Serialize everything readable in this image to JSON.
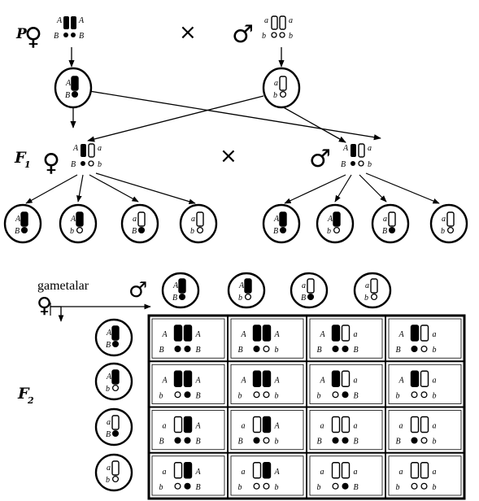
{
  "generation_labels": {
    "p": "P",
    "f1": "F",
    "f1_sub": "1",
    "f2": "F",
    "f2_sub": "2"
  },
  "cross_symbol": "×",
  "female_symbol": "♀",
  "male_symbol": "♂",
  "gametes_label": "gametalar",
  "parents": {
    "female": {
      "top": [
        "A",
        "A"
      ],
      "bottom": [
        "B",
        "B"
      ]
    },
    "male": {
      "top": [
        "a",
        "a"
      ],
      "bottom": [
        "b",
        "b"
      ]
    }
  },
  "parent_gametes": [
    {
      "top": "A",
      "bottom": "B",
      "chrom": "dark",
      "dot": "dark"
    },
    {
      "top": "a",
      "bottom": "b",
      "chrom": "light",
      "dot": "light"
    }
  ],
  "f1_individuals": {
    "female": {
      "top": [
        "A",
        "a"
      ],
      "bottom": [
        "B",
        "b"
      ]
    },
    "male": {
      "top": [
        "A",
        "a"
      ],
      "bottom": [
        "B",
        "b"
      ]
    }
  },
  "f1_gametes": [
    {
      "top": "A",
      "bottom": "B",
      "chrom": "dark",
      "dot": "dark"
    },
    {
      "top": "A",
      "bottom": "b",
      "chrom": "dark",
      "dot": "light"
    },
    {
      "top": "a",
      "bottom": "B",
      "chrom": "light",
      "dot": "dark"
    },
    {
      "top": "a",
      "bottom": "b",
      "chrom": "light",
      "dot": "light"
    }
  ],
  "punnett": {
    "male_gametes": [
      {
        "top": "A",
        "bottom": "B",
        "chrom": "dark",
        "dot": "dark"
      },
      {
        "top": "A",
        "bottom": "b",
        "chrom": "dark",
        "dot": "light"
      },
      {
        "top": "a",
        "bottom": "B",
        "chrom": "light",
        "dot": "dark"
      },
      {
        "top": "a",
        "bottom": "b",
        "chrom": "light",
        "dot": "light"
      }
    ],
    "female_gametes": [
      {
        "top": "A",
        "bottom": "B",
        "chrom": "dark",
        "dot": "dark"
      },
      {
        "top": "A",
        "bottom": "b",
        "chrom": "dark",
        "dot": "light"
      },
      {
        "top": "a",
        "bottom": "B",
        "chrom": "light",
        "dot": "dark"
      },
      {
        "top": "a",
        "bottom": "b",
        "chrom": "light",
        "dot": "light"
      }
    ]
  }
}
